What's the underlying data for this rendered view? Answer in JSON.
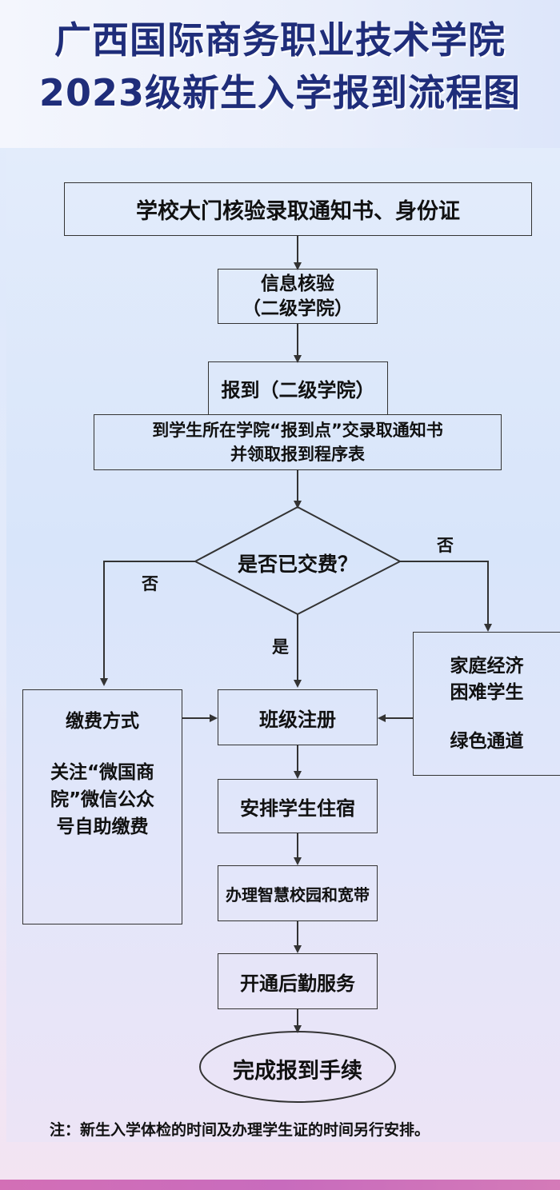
{
  "title": {
    "line1": "广西国际商务职业技术学院",
    "line2": "2023级新生入学报到流程图"
  },
  "steps": {
    "gate_check": "学校大门核验录取通知书、身份证",
    "info_check_line1": "信息核验",
    "info_check_line2": "（二级学院）",
    "report": "报到（二级学院）",
    "submit_line1": "到学生所在学院“报到点”交录取通知书",
    "submit_line2": "并领取报到程序表",
    "decision": "是否已交费？",
    "class_register": "班级注册",
    "dorm": "安排学生住宿",
    "campus_broadband": "办理智慧校园和宽带",
    "logistics": "开通后勤服务",
    "complete": "完成报到手续"
  },
  "branches": {
    "no_left": "否",
    "no_right": "否",
    "yes": "是"
  },
  "payment": {
    "heading": "缴费方式",
    "line1": "关注“微国商",
    "line2": "院”微信公众",
    "line3": "号自助缴费"
  },
  "green_channel": {
    "line1": "家庭经济",
    "line2": "困难学生",
    "line3": "绿色通道"
  },
  "note": "注：新生入学体检的时间及办理学生证的时间另行安排。",
  "colors": {
    "title": "#1f2d7a",
    "border": "#333333",
    "bottom_bar": "#d36fb6"
  }
}
